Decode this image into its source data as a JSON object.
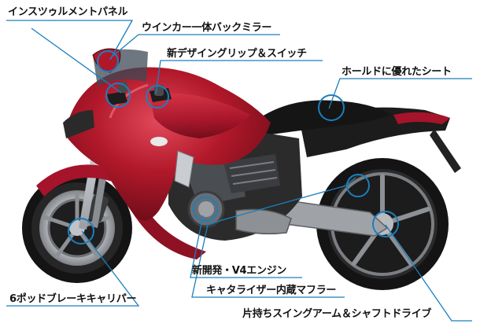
{
  "labels": {
    "instrument_panel": "インスツゥルメントパネル",
    "winker_mirror": "ウインカー一体バックミラー",
    "grip_switch": "新デザイングリップ＆スイッチ",
    "hold_seat": "ホールドに優れたシート",
    "engine": "新開発・V4エンジン",
    "muffler": "キャタライザー内蔵マフラー",
    "caliper": "6ポッドブレーキキャリパー",
    "shaft_drive": "片持ちスイングアーム＆シャフトドライブ"
  },
  "colors": {
    "callout_line": "#1b7fbd",
    "callout_ring": "#1b7fbd",
    "body_red": "#b0182a",
    "body_dark": "#5e0a14",
    "tire": "#141414",
    "frame": "#2b2b2b",
    "chrome": "#c9ccd0",
    "background": "#ffffff"
  }
}
